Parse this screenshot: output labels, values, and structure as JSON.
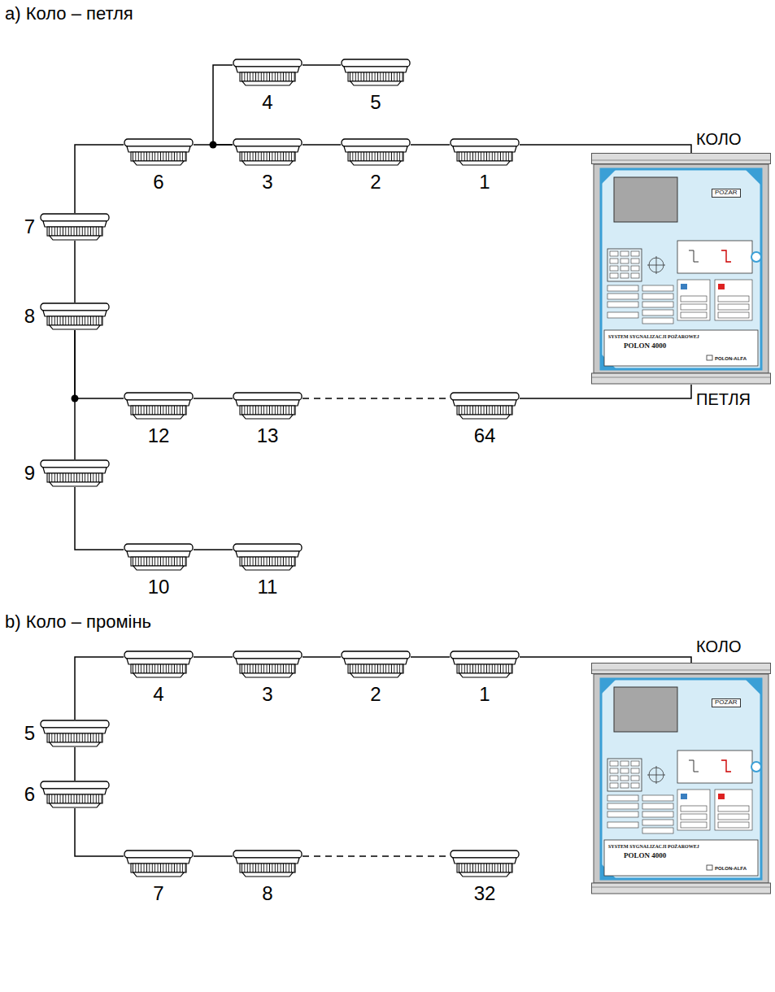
{
  "diagram": {
    "nodes": [
      {
        "text": [
          "4"
        ]
      },
      {
        "text": [
          "5"
        ]
      },
      {
        "text": [
          "6"
        ]
      },
      {
        "text": [
          "3"
        ]
      },
      {
        "text": [
          "2"
        ]
      },
      {
        "text": [
          "1"
        ]
      },
      {
        "text": [
          "POŻAR",
          "SYSTEM SYGNALIZACJI POŻAROWEJ",
          "POLON 4000",
          "POLON-ALFA"
        ]
      },
      {
        "text": [
          "7"
        ]
      },
      {
        "text": [
          "8"
        ]
      },
      {
        "text": [
          "12"
        ]
      },
      {
        "text": [
          "13"
        ]
      },
      {
        "text": [
          "64"
        ]
      },
      {
        "text": [
          "9"
        ]
      },
      {
        "text": [
          "10"
        ]
      },
      {
        "text": [
          "11"
        ]
      },
      {
        "text": [
          "4"
        ]
      },
      {
        "text": [
          "3"
        ]
      },
      {
        "text": [
          "2"
        ]
      },
      {
        "text": [
          "1"
        ]
      },
      {
        "text": [
          "POŻAR",
          "SYSTEM SYGNALIZACJI POŻAROWEJ",
          "POLON 4000",
          "POLON-ALFA"
        ]
      },
      {
        "text": [
          "5"
        ]
      },
      {
        "text": [
          "6"
        ]
      },
      {
        "text": [
          "7"
        ]
      },
      {
        "text": [
          "8"
        ]
      },
      {
        "text": [
          "32"
        ]
      }
    ],
    "edges": [
      {
        "from": 6,
        "to": 5,
        "arrow": "none"
      },
      {
        "from": 5,
        "to": 4,
        "arrow": "none"
      },
      {
        "from": 4,
        "to": 3,
        "arrow": "none"
      },
      {
        "from": 3,
        "to": 2,
        "arrow": "none"
      },
      {
        "from": 3,
        "to": 0,
        "arrow": "none"
      },
      {
        "from": 0,
        "to": 1,
        "arrow": "none"
      },
      {
        "from": 2,
        "to": 7,
        "arrow": "none"
      },
      {
        "from": 7,
        "to": 8,
        "arrow": "none"
      },
      {
        "from": 8,
        "to": 12,
        "arrow": "none"
      },
      {
        "from": 8,
        "to": 9,
        "arrow": "none"
      },
      {
        "from": 9,
        "to": 10,
        "arrow": "none"
      },
      {
        "from": 10,
        "to": 11,
        "arrow": "none"
      },
      {
        "from": 11,
        "to": 6,
        "arrow": "none"
      },
      {
        "from": 12,
        "to": 13,
        "arrow": "none"
      },
      {
        "from": 13,
        "to": 14,
        "arrow": "none"
      },
      {
        "from": 19,
        "to": 18,
        "arrow": "none"
      },
      {
        "from": 18,
        "to": 17,
        "arrow": "none"
      },
      {
        "from": 17,
        "to": 16,
        "arrow": "none"
      },
      {
        "from": 16,
        "to": 15,
        "arrow": "none"
      },
      {
        "from": 15,
        "to": 20,
        "arrow": "none"
      },
      {
        "from": 20,
        "to": 21,
        "arrow": "none"
      },
      {
        "from": 21,
        "to": 22,
        "arrow": "none"
      },
      {
        "from": 22,
        "to": 23,
        "arrow": "none"
      },
      {
        "from": 23,
        "to": 24,
        "arrow": "none"
      }
    ],
    "labels": [
      "a) Коло – петля",
      "КОЛО",
      "ПЕТЛЯ",
      "b) Коло – промінь",
      "КОЛО"
    ]
  }
}
